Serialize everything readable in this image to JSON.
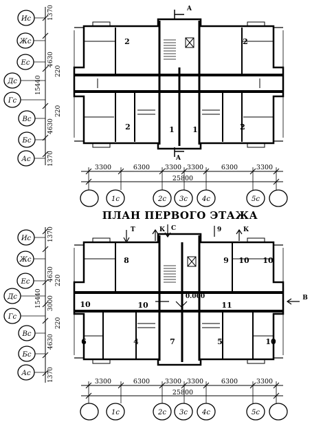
{
  "plans": [
    {
      "row_axes": [
        "Ис",
        "Жс",
        "Ес",
        "Дс",
        "Гс",
        "Вс",
        "Бс",
        "Ас"
      ],
      "row_dims": [
        "1370",
        "4630",
        "220",
        "15440",
        "220",
        "4630",
        "1370"
      ],
      "col_dims": [
        "3300",
        "6300",
        "3300",
        "3300",
        "6300",
        "3300"
      ],
      "total": "25800",
      "col_axes": [
        "",
        "1с",
        "2с",
        "3с",
        "4с",
        "5с",
        ""
      ],
      "rooms": [
        "2",
        "2",
        "2",
        "1",
        "1",
        "2"
      ],
      "section_marks": [
        "A",
        "A"
      ]
    },
    {
      "title": "ПЛАН ПЕРВОГО ЭТАЖА",
      "row_axes": [
        "Ис",
        "Жс",
        "Ес",
        "Дс",
        "Гс",
        "Вс",
        "Бс",
        "Ас"
      ],
      "row_dims": [
        "1370",
        "4630",
        "220",
        "15440",
        "3000",
        "220",
        "4630",
        "1370"
      ],
      "col_dims": [
        "3300",
        "6300",
        "3300",
        "3300",
        "6300",
        "3300"
      ],
      "total": "25800",
      "col_axes": [
        "",
        "1с",
        "2с",
        "3с",
        "4с",
        "5с",
        ""
      ],
      "rooms": [
        "8",
        "9",
        "10",
        "10",
        "10",
        "10",
        "11",
        "6",
        "4",
        "7",
        "5",
        "10"
      ],
      "level": "0.000",
      "entry_marks": [
        "Т",
        "К",
        "С",
        "9",
        "К",
        "В"
      ]
    }
  ]
}
